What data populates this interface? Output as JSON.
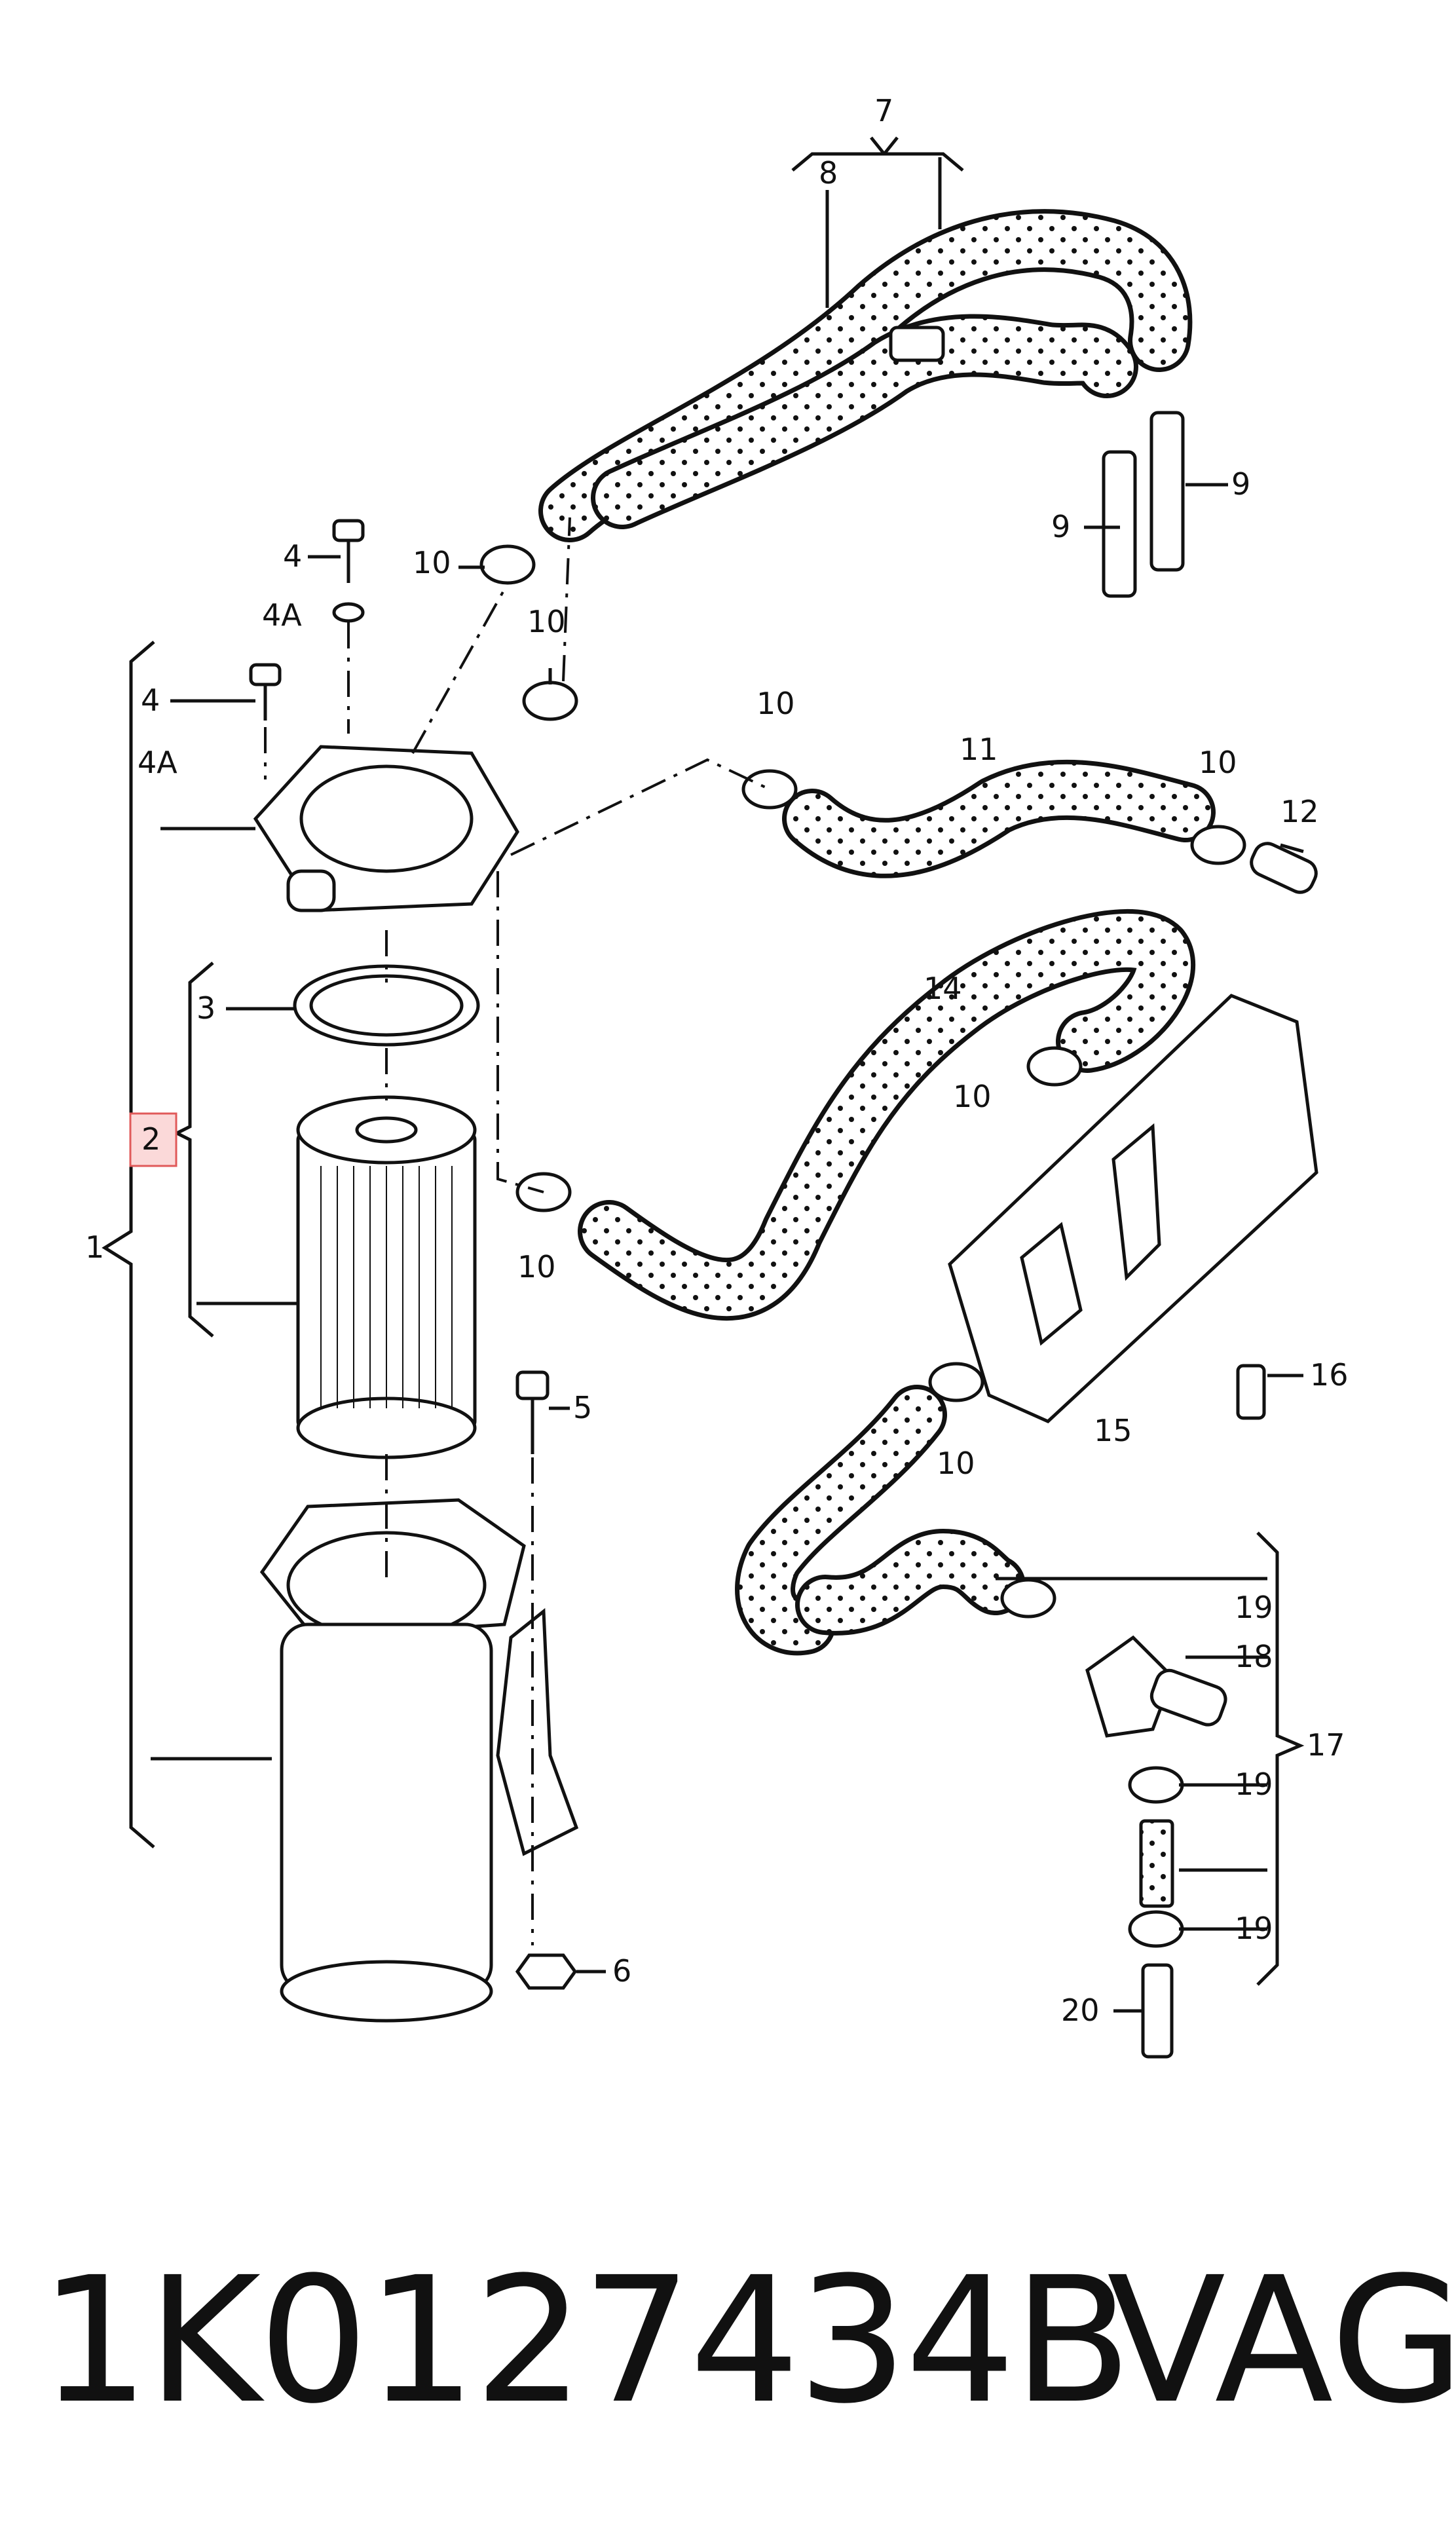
{
  "callouts": {
    "c1": "1",
    "c2": "2",
    "c3": "3",
    "c4a": "4",
    "c4b": "4",
    "c4A_1": "4A",
    "c4A_2": "4A",
    "c5": "5",
    "c6": "6",
    "c7": "7",
    "c8": "8",
    "c9a": "9",
    "c9b": "9",
    "c10a": "10",
    "c10b": "10",
    "c10c": "10",
    "c10d": "10",
    "c10e": "10",
    "c10f": "10",
    "c10g": "10",
    "c11": "11",
    "c12": "12",
    "c14": "14",
    "c15": "15",
    "c16": "16",
    "c17": "17",
    "c18": "18",
    "c19a": "19",
    "c19b": "19",
    "c19c": "19",
    "c20": "20"
  },
  "highlight": {
    "target": "2",
    "color": "#e05a5a"
  },
  "footer": {
    "part_number": "1K0127434B",
    "brand": "VAG"
  }
}
